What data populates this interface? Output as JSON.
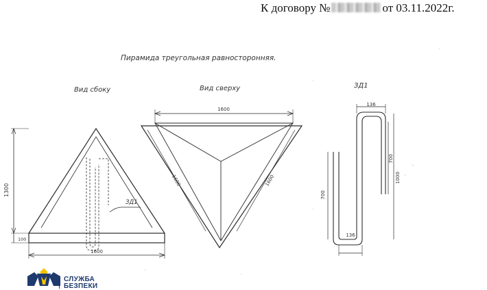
{
  "header": {
    "prefix": "К договору №",
    "suffix": "от 03.11.2022г."
  },
  "drawing": {
    "title": "Пирамида треугольная равносторонняя.",
    "views": {
      "side": "Вид сбоку",
      "top": "Вид сверху",
      "part": "ЗД1"
    },
    "dimensions": {
      "side_height": "1300",
      "side_base": "1600",
      "side_small": "100",
      "part_ref": "ЗД1",
      "top_width": "1600",
      "top_left_edge": "1600",
      "top_right_edge": "1600",
      "part_top": "136",
      "part_bottom": "136",
      "part_left": "700",
      "part_right": "700",
      "part_height": "1000"
    }
  },
  "logo": {
    "line1": "СЛУЖБА",
    "line2": "БЕЗПЕКИ"
  }
}
